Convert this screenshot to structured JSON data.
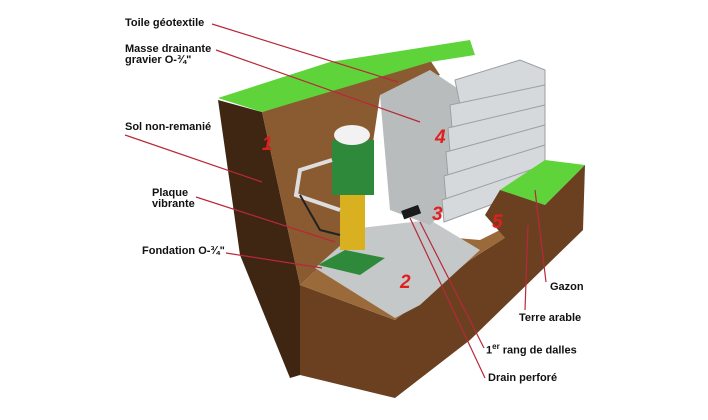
{
  "labels": {
    "toile": "Toile géotextile",
    "masse_1": "Masse drainante",
    "masse_2": "gravier O-¾\"",
    "sol": "Sol non-remanié",
    "plaque_1": "Plaque",
    "plaque_2": "vibrante",
    "fondation": "Fondation O-¾\"",
    "gazon": "Gazon",
    "terre": "Terre arable",
    "rang_sup": "er",
    "rang_pre": "1",
    "rang": "rang de dalles",
    "drain": "Drain perforé"
  },
  "numbers": [
    "1",
    "2",
    "3",
    "4",
    "5"
  ],
  "colors": {
    "leader": "#b8283a",
    "grass": "#5fd33a",
    "soil": "#7a4a26",
    "gravel": "#bfc3c4",
    "number": "#e02020"
  }
}
